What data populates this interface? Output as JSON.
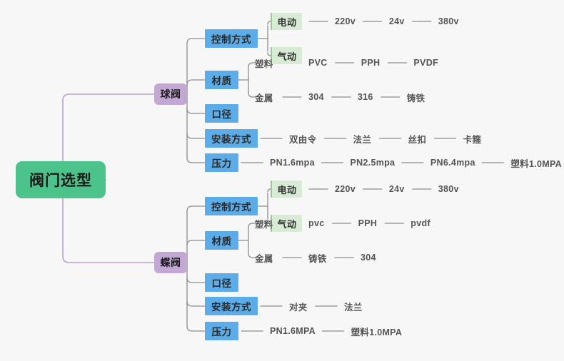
{
  "colors": {
    "background": "#f7f7f7",
    "root_fill": "#4cc38a",
    "branch_fill": "#c3a8d4",
    "category_fill": "#5cace9",
    "sub_fill": "#d8ebd5",
    "sub_border": "#9ccb96",
    "root_link": "#b9a0cc",
    "link": "#8d8d8d",
    "leaf_text": "#555555"
  },
  "root": {
    "label": "阀门选型"
  },
  "branches": [
    {
      "label": "球阀",
      "categories": [
        {
          "label": "控制方式",
          "subs": [
            {
              "label": "电动",
              "chain": [
                "220v",
                "24v",
                "380v"
              ]
            },
            {
              "label": "气动",
              "chain": []
            }
          ]
        },
        {
          "label": "材质",
          "subs": [
            {
              "label": "塑料",
              "chain": [
                "PVC",
                "PPH",
                "PVDF"
              ]
            },
            {
              "label": "金属",
              "chain": [
                "304",
                "316",
                "铸铁"
              ]
            }
          ]
        },
        {
          "label": "口径",
          "subs": []
        },
        {
          "label": "安装方式",
          "chain": [
            "双由令",
            "法兰",
            "丝扣",
            "卡箍"
          ]
        },
        {
          "label": "压力",
          "chain": [
            "PN1.6mpa",
            "PN2.5mpa",
            "PN6.4mpa",
            "塑料1.0MPA"
          ]
        }
      ]
    },
    {
      "label": "蝶阀",
      "categories": [
        {
          "label": "控制方式",
          "subs": [
            {
              "label": "电动",
              "chain": [
                "220v",
                "24v",
                "380v"
              ]
            },
            {
              "label": "气动",
              "chain": []
            }
          ]
        },
        {
          "label": "材质",
          "subs": [
            {
              "label": "塑料",
              "chain": [
                "pvc",
                "PPH",
                "pvdf"
              ]
            },
            {
              "label": "金属",
              "chain": [
                "铸铁",
                "304"
              ]
            }
          ]
        },
        {
          "label": "口径",
          "subs": []
        },
        {
          "label": "安装方式",
          "chain": [
            "对夹",
            "法兰"
          ]
        },
        {
          "label": "压力",
          "chain": [
            "PN1.6MPA",
            "塑料1.0MPA"
          ]
        }
      ]
    }
  ]
}
